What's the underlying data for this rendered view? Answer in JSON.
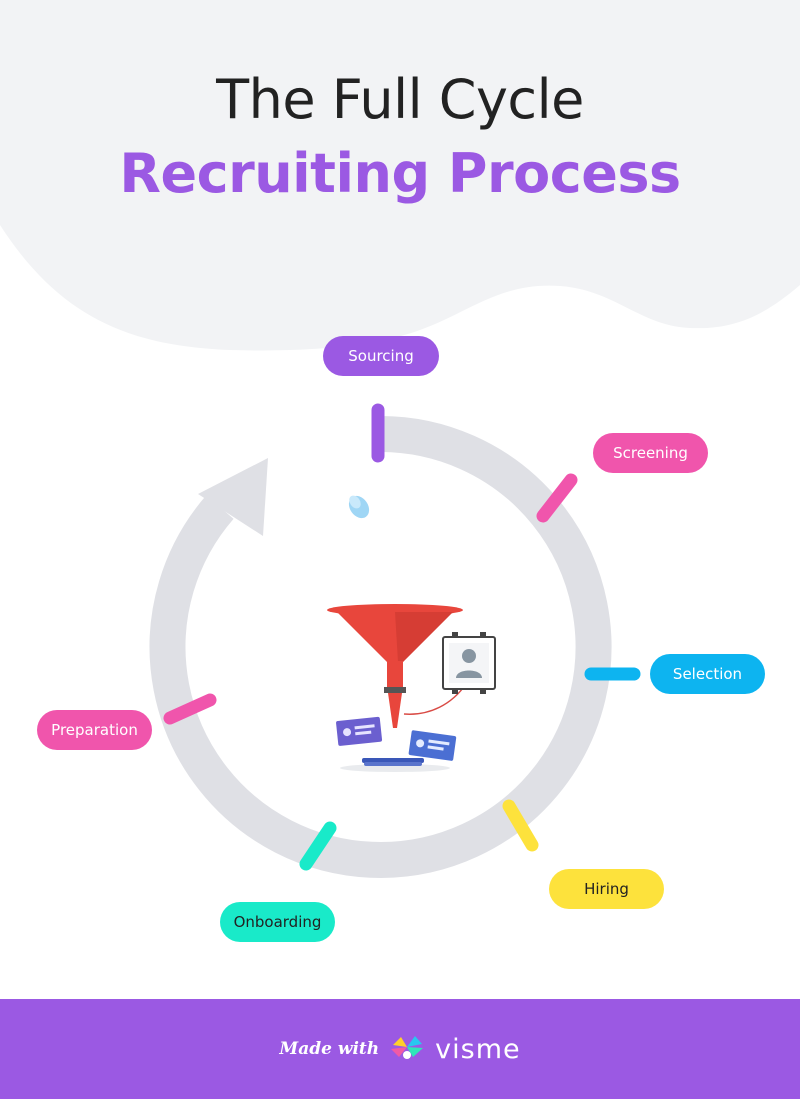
{
  "title": {
    "line1": "The Full Cycle",
    "line2": "Recruiting Process"
  },
  "stages": [
    {
      "label": "Sourcing",
      "color": "#9b59e3",
      "text_color": "#ffffff"
    },
    {
      "label": "Screening",
      "color": "#f055ac",
      "text_color": "#ffffff"
    },
    {
      "label": "Selection",
      "color": "#0db4f0",
      "text_color": "#ffffff"
    },
    {
      "label": "Hiring",
      "color": "#fde23c",
      "text_color": "#222222"
    },
    {
      "label": "Onboarding",
      "color": "#19eac9",
      "text_color": "#222222"
    },
    {
      "label": "Preparation",
      "color": "#f055ac",
      "text_color": "#ffffff"
    }
  ],
  "colors": {
    "header_bg": "#f2f3f5",
    "cycle_track": "#dfe0e5",
    "footer_bg": "#9b59e3",
    "funnel": "#e8463c"
  },
  "icons": {
    "center": "recruiting-funnel-icon",
    "brand": "visme-logo-icon"
  },
  "footer": {
    "made_with": "Made with",
    "brand": "visme"
  }
}
